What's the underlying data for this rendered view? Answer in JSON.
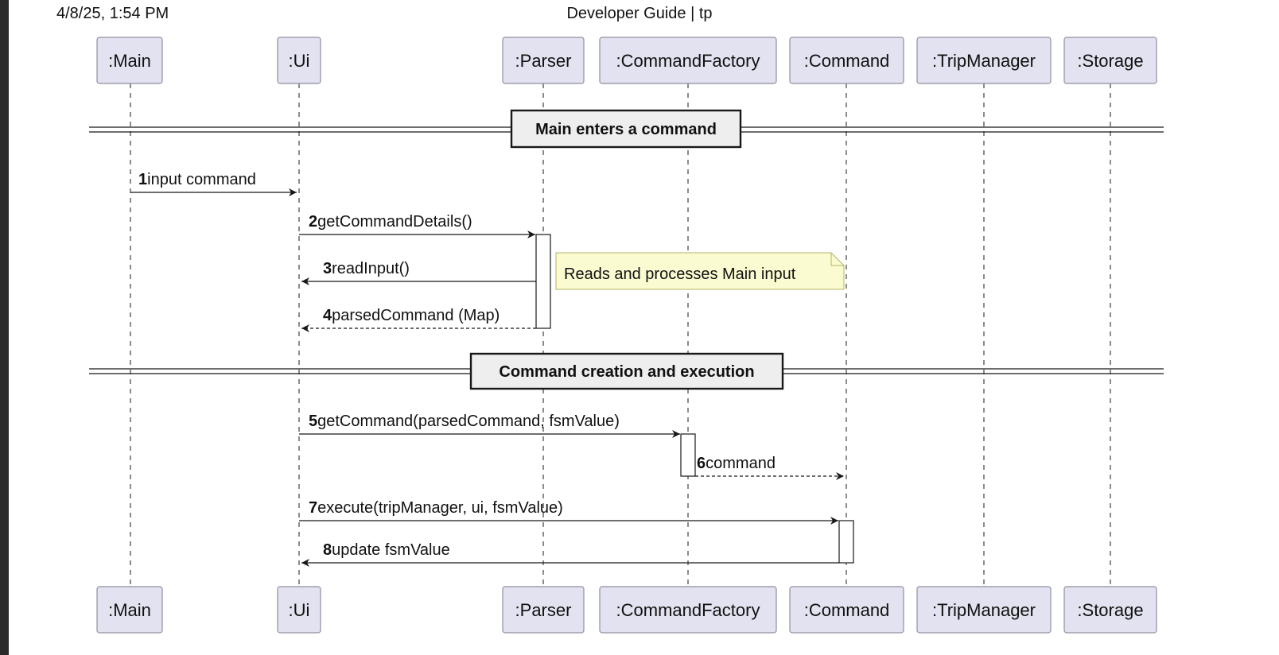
{
  "header": {
    "date": "4/8/25, 1:54 PM",
    "title": "Developer Guide | tp"
  },
  "colors": {
    "participant_fill": "#E2E2F0",
    "participant_stroke": "#8F8F9F",
    "note_fill": "#FBFBD2",
    "note_stroke": "#B4B46A",
    "divider_fill": "#EEEEEE",
    "line": "#181818"
  },
  "participants": [
    ":Main",
    ":Ui",
    ":Parser",
    ":CommandFactory",
    ":Command",
    ":TripManager",
    ":Storage"
  ],
  "dividers": [
    "Main enters a command",
    "Command creation and execution"
  ],
  "messages": [
    {
      "num": "1",
      "text": "input command",
      "from": ":Main",
      "to": ":Ui",
      "style": "solid"
    },
    {
      "num": "2",
      "text": "getCommandDetails()",
      "from": ":Ui",
      "to": ":Parser",
      "style": "solid"
    },
    {
      "num": "3",
      "text": "readInput()",
      "from": ":Parser",
      "to": ":Ui",
      "style": "solid"
    },
    {
      "num": "4",
      "text": "parsedCommand (Map)",
      "from": ":Parser",
      "to": ":Ui",
      "style": "dashed"
    },
    {
      "num": "5",
      "text": "getCommand(parsedCommand, fsmValue)",
      "from": ":Ui",
      "to": ":CommandFactory",
      "style": "solid"
    },
    {
      "num": "6",
      "text": "command",
      "from": ":CommandFactory",
      "to": ":Command",
      "style": "dashed"
    },
    {
      "num": "7",
      "text": "execute(tripManager, ui, fsmValue)",
      "from": ":Ui",
      "to": ":Command",
      "style": "solid"
    },
    {
      "num": "8",
      "text": "update fsmValue",
      "from": ":Command",
      "to": ":Ui",
      "style": "solid"
    }
  ],
  "note": {
    "text": "Reads and processes Main input"
  }
}
